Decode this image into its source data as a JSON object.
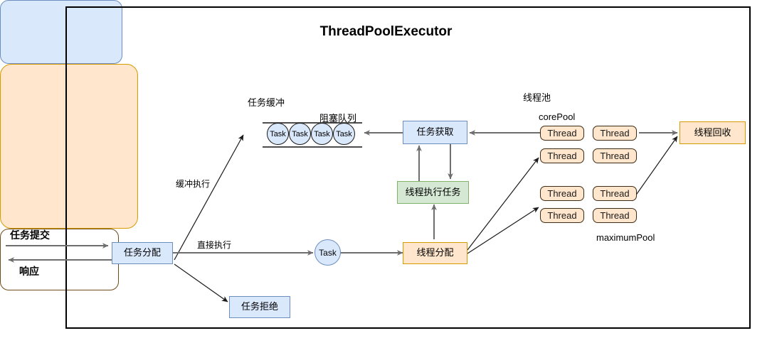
{
  "diagram": {
    "title": "ThreadPoolExecutor",
    "frame": {
      "name": "outer-frame"
    }
  },
  "io": {
    "submit_label": "任务提交",
    "response_label": "响应"
  },
  "edges": {
    "buffer_execute": "缓冲执行",
    "direct_execute": "直接执行"
  },
  "nodes": {
    "task_dispatch": "任务分配",
    "task_reject": "任务拒绝",
    "task_circle": "Task",
    "thread_dispatch": "线程分配",
    "thread_execute_task": "线程执行任务",
    "task_fetch": "任务获取",
    "thread_recycle": "线程回收"
  },
  "buffer": {
    "title": "任务缓冲",
    "queue_label": "阻塞队列",
    "tasks": [
      "Task",
      "Task",
      "Task",
      "Task"
    ]
  },
  "pool": {
    "title": "线程池",
    "core_label": "corePool",
    "maximum_label": "maximumPool",
    "core_threads": [
      "Thread",
      "Thread",
      "Thread",
      "Thread"
    ],
    "maximum_threads": [
      "Thread",
      "Thread",
      "Thread",
      "Thread"
    ]
  },
  "colors": {
    "blue_fill": "#dae8fc",
    "blue_stroke": "#6c8ebf",
    "green_fill": "#d5e8d4",
    "green_stroke": "#82b366",
    "orange_fill": "#ffe6cc",
    "orange_stroke": "#d79b00",
    "arrow_gray": "#6e6e6e",
    "arrow_dark": "#1a1a1a",
    "frame_stroke": "#000000"
  }
}
